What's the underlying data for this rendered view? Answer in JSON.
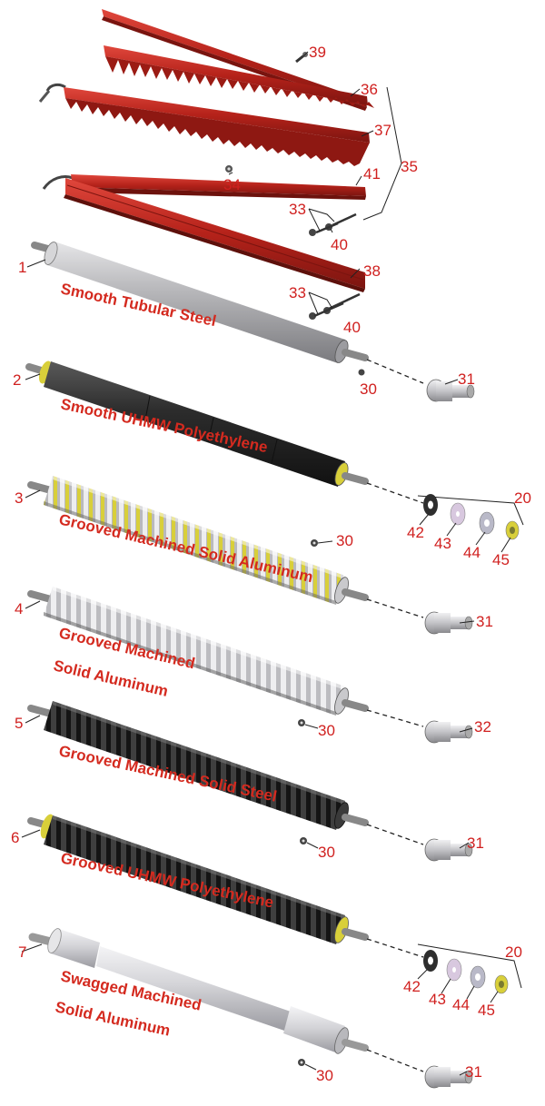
{
  "labels": {
    "n1": "1",
    "n2": "2",
    "n3": "3",
    "n4": "4",
    "n5": "5",
    "n6": "6",
    "n7": "7",
    "n20a": "20",
    "n20b": "20",
    "n30a": "30",
    "n30b": "30",
    "n30c": "30",
    "n30d": "30",
    "n30e": "30",
    "n31a": "31",
    "n31b": "31",
    "n31c": "31",
    "n31d": "31",
    "n32": "32",
    "n33a": "33",
    "n33b": "33",
    "n34": "34",
    "n35": "35",
    "n36": "36",
    "n37": "37",
    "n38": "38",
    "n39": "39",
    "n40a": "40",
    "n40b": "40",
    "n41": "41",
    "n42a": "42",
    "n42b": "42",
    "n43a": "43",
    "n43b": "43",
    "n44a": "44",
    "n44b": "44",
    "n45a": "45",
    "n45b": "45"
  },
  "rollers": {
    "r1": "Smooth Tubular Steel",
    "r2": "Smooth UHMW Polyethylene",
    "r3": "Grooved Machined Solid Aluminum",
    "r4_line1": "Grooved Machined",
    "r4_line2": "Solid Aluminum",
    "r5": "Grooved Machined Solid Steel",
    "r6": "Grooved UHMW Polyethylene",
    "r7_line1": "Swagged Machined",
    "r7_line2": "Solid Aluminum"
  },
  "colors": {
    "label_red": "#d0201f",
    "scraper_red": "#c2261d",
    "steel_gray": "#a9a9ab",
    "black_roller": "#2b2b2b",
    "aluminum": "#cfcfd2",
    "yellow_accent": "#d8cf3a"
  }
}
